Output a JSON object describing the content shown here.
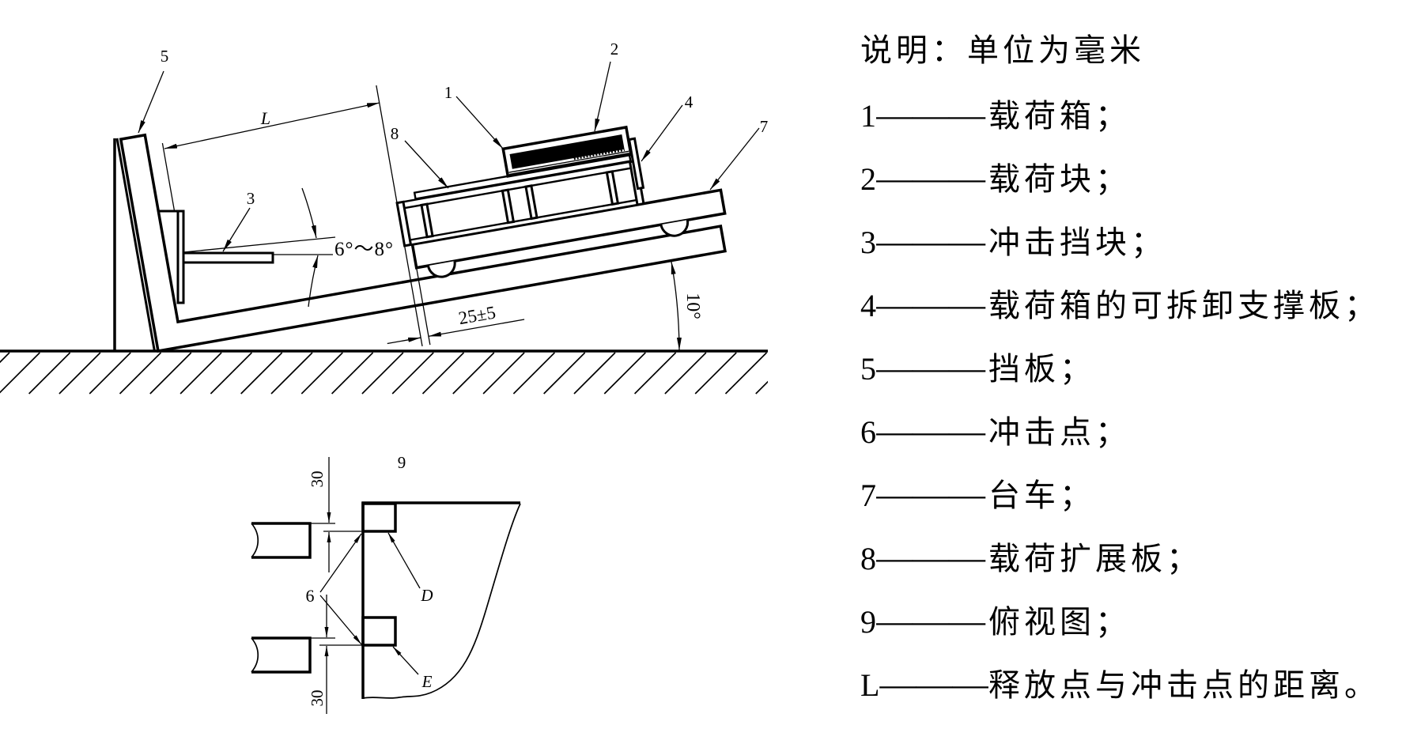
{
  "figure": {
    "side_view": {
      "labels": {
        "baffle": "5",
        "load_block": "2",
        "load_box": "1",
        "support_plate": "4",
        "trolley": "7",
        "load_extension_plate": "8",
        "impact_block": "3"
      },
      "dimensions": {
        "distance": "L",
        "impact_angle": "6°～8°",
        "gap": "25±5",
        "ramp_angle": "10°"
      }
    },
    "top_view": {
      "label": "9",
      "impact_points": "6",
      "offset_top": "30",
      "offset_bottom": "30",
      "corner_d": "D",
      "corner_e": "E"
    }
  },
  "legend": {
    "title": "说明：单位为毫米",
    "separator": "———",
    "items": [
      {
        "key": "1",
        "text": "载荷箱；"
      },
      {
        "key": "2",
        "text": "载荷块；"
      },
      {
        "key": "3",
        "text": "冲击挡块；"
      },
      {
        "key": "4",
        "text": "载荷箱的可拆卸支撑板；"
      },
      {
        "key": "5",
        "text": "挡板；"
      },
      {
        "key": "6",
        "text": "冲击点；"
      },
      {
        "key": "7",
        "text": "台车；"
      },
      {
        "key": "8",
        "text": "载荷扩展板；"
      },
      {
        "key": "9",
        "text": "俯视图；"
      },
      {
        "key": "L",
        "text": "释放点与冲击点的距离。"
      }
    ]
  }
}
